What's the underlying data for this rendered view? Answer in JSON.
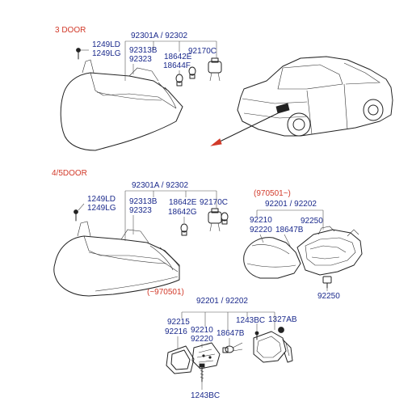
{
  "sections": {
    "three_door": "3 DOOR",
    "four_five_door": "4/5DOOR",
    "from_970501": "(970501~)",
    "until_970501": "(~970501)"
  },
  "labels_3door": {
    "p1249LD": "1249LD",
    "p1249LG": "1249LG",
    "p92301A_92302": "92301A / 92302",
    "p92313B": "92313B",
    "p92323": "92323",
    "p18642E": "18642E",
    "p92170C": "92170C",
    "p18644F": "18644F"
  },
  "labels_45door": {
    "p1249LD": "1249LD",
    "p1249LG": "1249LG",
    "p92301A_92302": "92301A / 92302",
    "p92313B": "92313B",
    "p92323": "92323",
    "p18642E": "18642E",
    "p18642G": "18642G",
    "p92170C": "92170C"
  },
  "labels_970501_on": {
    "p92201_92202": "92201 / 92202",
    "p92210": "92210",
    "p92220": "92220",
    "p18647B": "18647B",
    "p92250_top": "92250",
    "p92250_bottom": "92250"
  },
  "labels_until_970501": {
    "p92201_92202": "92201 / 92202",
    "p92215": "92215",
    "p92216": "92216",
    "p92210": "92210",
    "p92220": "92220",
    "p18647B": "18647B",
    "p1243BC_top": "1243BC",
    "p1327AB": "1327AB",
    "p1243BC_bottom": "1243BC"
  },
  "colors": {
    "part_label": "#1b2a8c",
    "section_label": "#d23a2a",
    "ink": "#222222"
  }
}
